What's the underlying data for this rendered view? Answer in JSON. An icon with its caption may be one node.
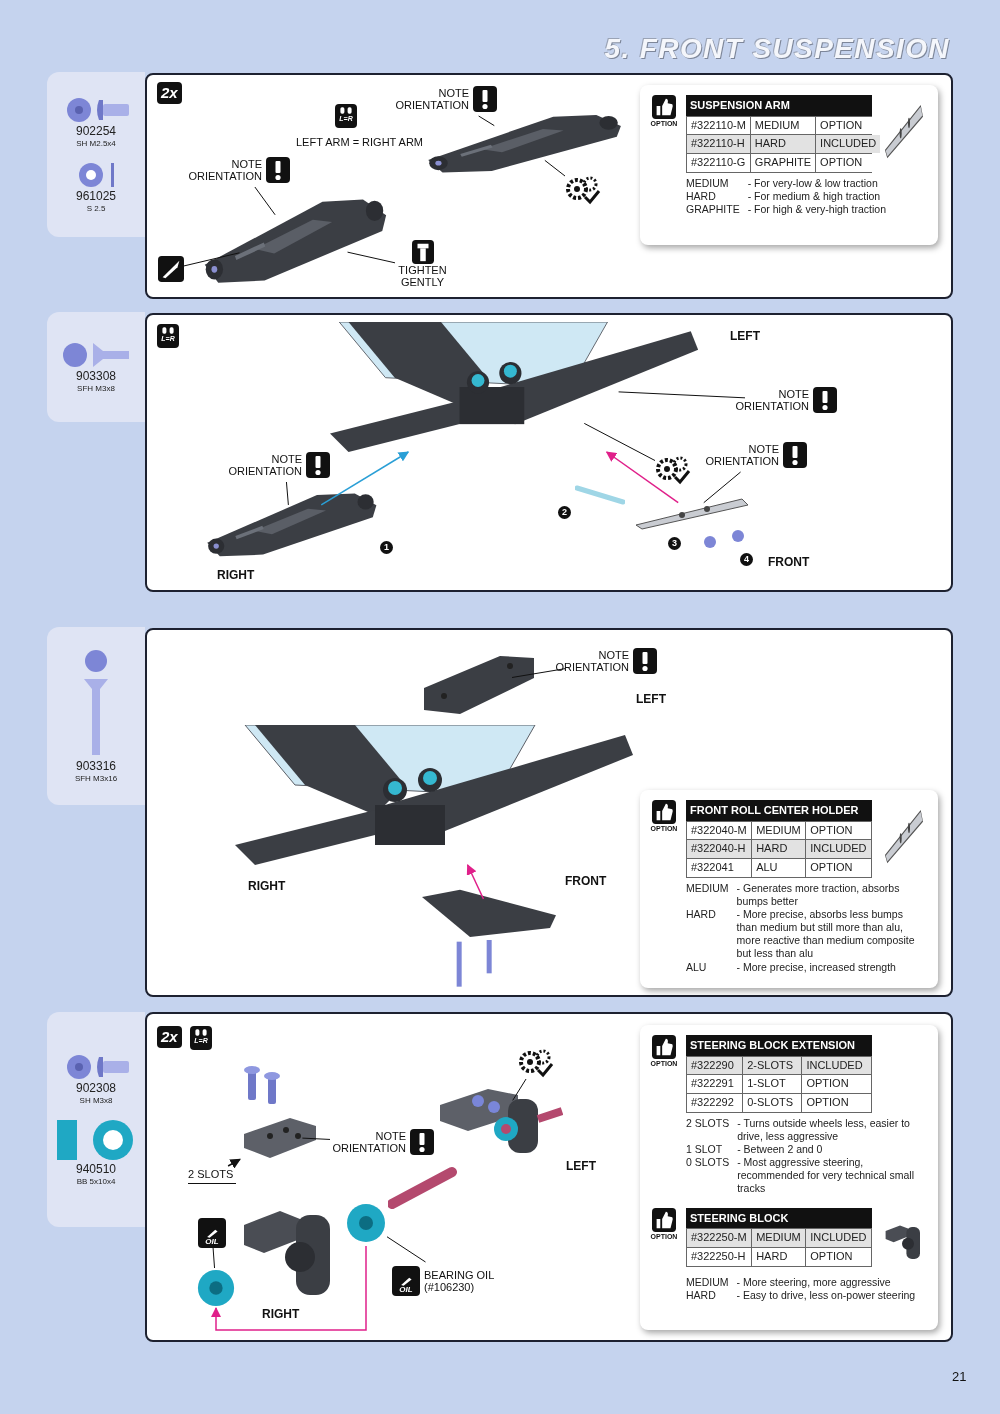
{
  "diagram": {
    "title": "5. FRONT SUSPENSION",
    "nodes": [
      {
        "text": [
          "902254",
          "SH M2.5x4",
          "961025",
          "S 2.5"
        ]
      },
      {
        "text": [],
        "shape": "box"
      },
      {
        "text": [
          "NOTE ORIENTATION"
        ],
        "in": 1
      },
      {
        "text": [
          "NOTE ORIENTATION"
        ],
        "in": 1
      },
      {
        "text": [
          "TIGHTEN GENTLY"
        ],
        "in": 1
      },
      {
        "text": [],
        "shape": "picture",
        "in": 1
      },
      {
        "text": [],
        "shape": "picture",
        "in": 1
      },
      {
        "text": [],
        "shape": "picture",
        "in": 1
      },
      {
        "text": [],
        "shape": "picture",
        "in": 1
      },
      {
        "text": [
          "OPTION",
          "SUSPENSION ARM",
          "#322110-M",
          "MEDIUM",
          "OPTION",
          "#322110-H",
          "HARD",
          "INCLUDED",
          "#322110-G",
          "GRAPHITE",
          "OPTION",
          "MEDIUM",
          "- For very-low & low traction",
          "HARD",
          "- For medium & high traction",
          "GRAPHITE",
          "- For high & very-high traction"
        ],
        "in": 1
      },
      {
        "text": [
          "903308",
          "SFH M3x8"
        ]
      },
      {
        "text": [],
        "shape": "box"
      },
      {
        "text": [
          "NOTE ORIENTATION"
        ],
        "in": 11
      },
      {
        "text": [
          "NOTE ORIENTATION"
        ],
        "in": 11
      },
      {
        "text": [
          "NOTE ORIENTATION"
        ],
        "in": 11
      },
      {
        "text": [],
        "shape": "picture",
        "in": 11
      },
      {
        "text": [],
        "shape": "picture",
        "in": 11
      },
      {
        "text": [],
        "shape": "picture",
        "in": 11
      },
      {
        "text": [],
        "shape": "picture",
        "in": 11
      },
      {
        "text": [
          "903316",
          "SFH M3x16"
        ]
      },
      {
        "text": [],
        "shape": "box"
      },
      {
        "text": [
          "NOTE ORIENTATION"
        ],
        "in": 20
      },
      {
        "text": [],
        "shape": "picture",
        "in": 20
      },
      {
        "text": [],
        "shape": "picture",
        "in": 20
      },
      {
        "text": [],
        "shape": "picture",
        "in": 20
      },
      {
        "text": [
          "OPTION",
          "FRONT ROLL CENTER HOLDER",
          "#322040-M",
          "MEDIUM",
          "OPTION",
          "#322040-H",
          "HARD",
          "INCLUDED",
          "#322041",
          "ALU",
          "OPTION",
          "MEDIUM",
          "- Generates more traction, absorbs bumps better",
          "HARD",
          "- More precise, absorbs less bumps than medium but still more than alu, more reactive than medium composite but less than alu",
          "ALU",
          "- More precise, increased strength"
        ],
        "in": 20
      },
      {
        "text": [
          "902308",
          "SH M3x8",
          "940510",
          "BB 5x10x4"
        ]
      },
      {
        "text": [],
        "shape": "box"
      },
      {
        "text": [],
        "shape": "picture",
        "in": 27
      },
      {
        "text": [
          "NOTE ORIENTATION"
        ],
        "in": 27
      },
      {
        "text": [
          "2 SLOTS"
        ],
        "in": 27
      },
      {
        "text": [],
        "shape": "picture",
        "in": 27
      },
      {
        "text": [
          "OIL"
        ],
        "in": 27
      },
      {
        "text": [],
        "shape": "picture",
        "in": 27
      },
      {
        "text": [],
        "shape": "picture",
        "in": 27
      },
      {
        "text": [
          "OIL",
          "BEARING OIL (#106230)"
        ],
        "in": 27
      },
      {
        "text": [],
        "shape": "picture",
        "in": 27
      },
      {
        "text": [],
        "shape": "picture",
        "in": 27
      },
      {
        "text": [
          "OPTION",
          "STEERING BLOCK EXTENSION",
          "#322290",
          "2-SLOTS",
          "INCLUDED",
          "#322291",
          "1-SLOT",
          "OPTION",
          "#322292",
          "0-SLOTS",
          "OPTION",
          "2 SLOTS",
          "- Turns outside wheels less, easier to drive, less aggressive",
          "1 SLOT",
          "- Between 2 and 0",
          "0 SLOTS",
          "- Most aggressive steering, recommended for very technical small tracks",
          "OPTION",
          "STEERING BLOCK",
          "#322250-M",
          "MEDIUM",
          "INCLUDED",
          "#322250-H",
          "HARD",
          "OPTION",
          "MEDIUM",
          "- More steering, more aggressive",
          "HARD",
          "- Easy to drive, less on-power steering"
        ],
        "in": 27
      }
    ],
    "edges": [
      {
        "from": 2,
        "to": 5,
        "arrow": "none"
      },
      {
        "from": 3,
        "to": 6,
        "arrow": "none"
      },
      {
        "from": 4,
        "to": 5,
        "arrow": "none"
      },
      {
        "from": 7,
        "to": 6,
        "arrow": "none"
      },
      {
        "from": 8,
        "to": 5,
        "arrow": "none"
      },
      {
        "from": 12,
        "to": 16,
        "arrow": "none"
      },
      {
        "from": 13,
        "to": 15,
        "arrow": "none"
      },
      {
        "from": 14,
        "to": 18,
        "arrow": "none"
      },
      {
        "from": 17,
        "to": 15,
        "arrow": "none"
      },
      {
        "from": 16,
        "to": 15,
        "arrow": "to",
        "color": "#2a9fd6"
      },
      {
        "from": 21,
        "to": 22,
        "arrow": "none"
      },
      {
        "from": 29,
        "to": 28,
        "arrow": "none"
      },
      {
        "from": 30,
        "to": 28,
        "arrow": "to"
      },
      {
        "from": 32,
        "to": 33,
        "arrow": "none"
      },
      {
        "from": 35,
        "to": 34,
        "arrow": "none"
      },
      {
        "from": 36,
        "to": 37,
        "arrow": "none"
      },
      {
        "from": 18,
        "to": 15,
        "arrow": "to",
        "color": "#e0208a"
      },
      {
        "from": 24,
        "to": 23,
        "arrow": "to",
        "color": "#e0208a"
      },
      {
        "from": 34,
        "to": 33,
        "arrow": "to",
        "color": "#e0208a"
      }
    ],
    "labels": [
      "2x",
      "L=R",
      "LEFT ARM = RIGHT ARM",
      "L=R",
      "LEFT",
      "1",
      "2",
      "3",
      "4",
      "FRONT",
      "RIGHT",
      "LEFT",
      "FRONT",
      "RIGHT",
      "2x",
      "L=R",
      "LEFT",
      "RIGHT",
      "21"
    ]
  }
}
